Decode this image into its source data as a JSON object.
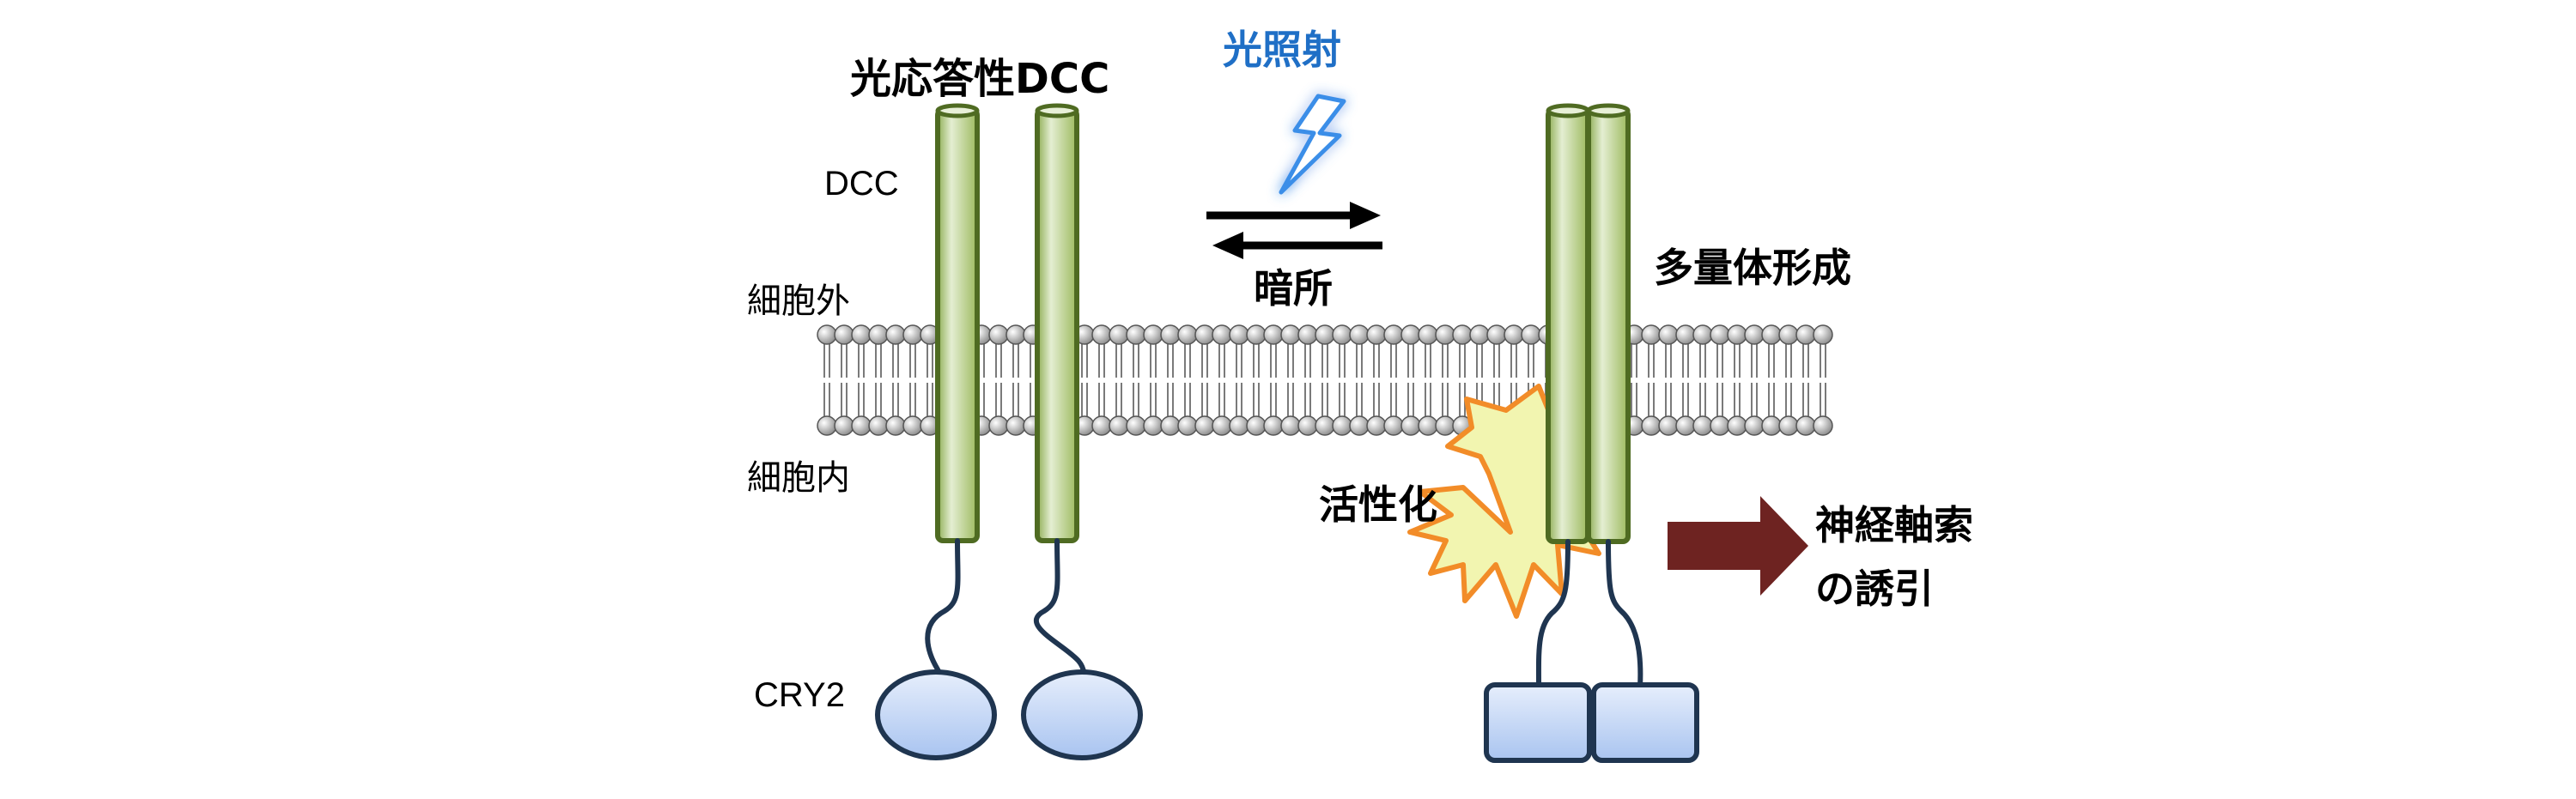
{
  "labels": {
    "title": "光応答性DCC",
    "dcc": "DCC",
    "extracellular": "細胞外",
    "intracellular": "細胞内",
    "cry2": "CRY2",
    "light": "光照射",
    "dark": "暗所",
    "multimer": "多量体形成",
    "activation": "活性化",
    "axon_line1": "神経軸索",
    "axon_line2": "の誘引"
  },
  "colors": {
    "rod_fill": "#b5cc84",
    "rod_stroke": "#4f6b22",
    "receptor_fill": "#c2d6f5",
    "receptor_stroke": "#1f3550",
    "burst_fill": "#f2f5b0",
    "burst_stroke": "#f28c28",
    "output_arrow": "#6e2321",
    "light_text": "#1f6fc6"
  }
}
